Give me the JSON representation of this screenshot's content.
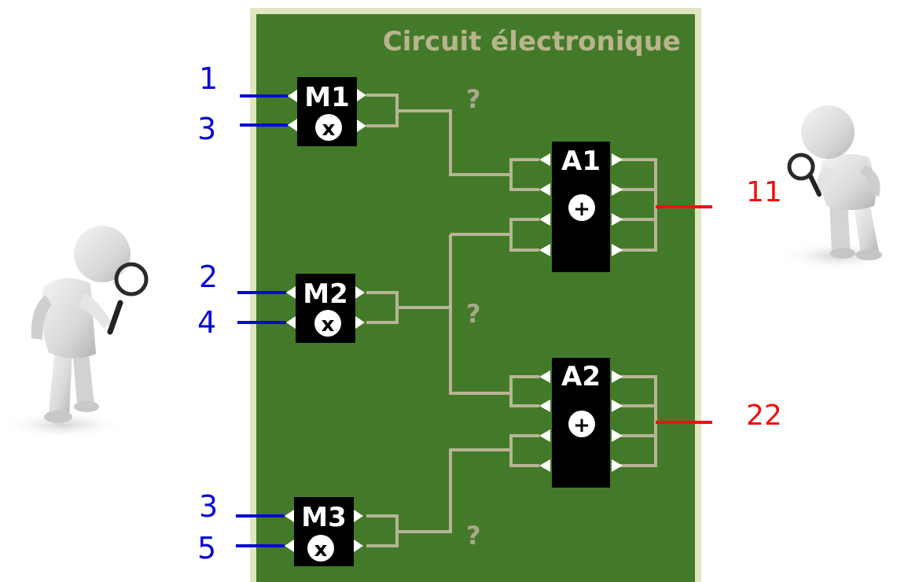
{
  "title": "Circuit électronique",
  "colors": {
    "board": "#437a29",
    "board_border": "#e0e6c0",
    "trace": "#b9b495",
    "input": "#0a0ad6",
    "output": "#ee1111",
    "chip": "#000000",
    "question": "#aaa88a"
  },
  "multipliers": [
    {
      "label": "M1",
      "op": "x",
      "inputs": [
        "1",
        "3"
      ]
    },
    {
      "label": "M2",
      "op": "x",
      "inputs": [
        "2",
        "4"
      ]
    },
    {
      "label": "M3",
      "op": "x",
      "inputs": [
        "3",
        "5"
      ]
    }
  ],
  "adders": [
    {
      "label": "A1",
      "op": "+",
      "output": "11"
    },
    {
      "label": "A2",
      "op": "+",
      "output": "22"
    }
  ],
  "unknown_marks": [
    "?",
    "?",
    "?"
  ],
  "figures": [
    {
      "name": "left-detective-figure",
      "icon": "magnifying-glass-icon"
    },
    {
      "name": "right-detective-figure",
      "icon": "magnifying-glass-icon"
    }
  ]
}
